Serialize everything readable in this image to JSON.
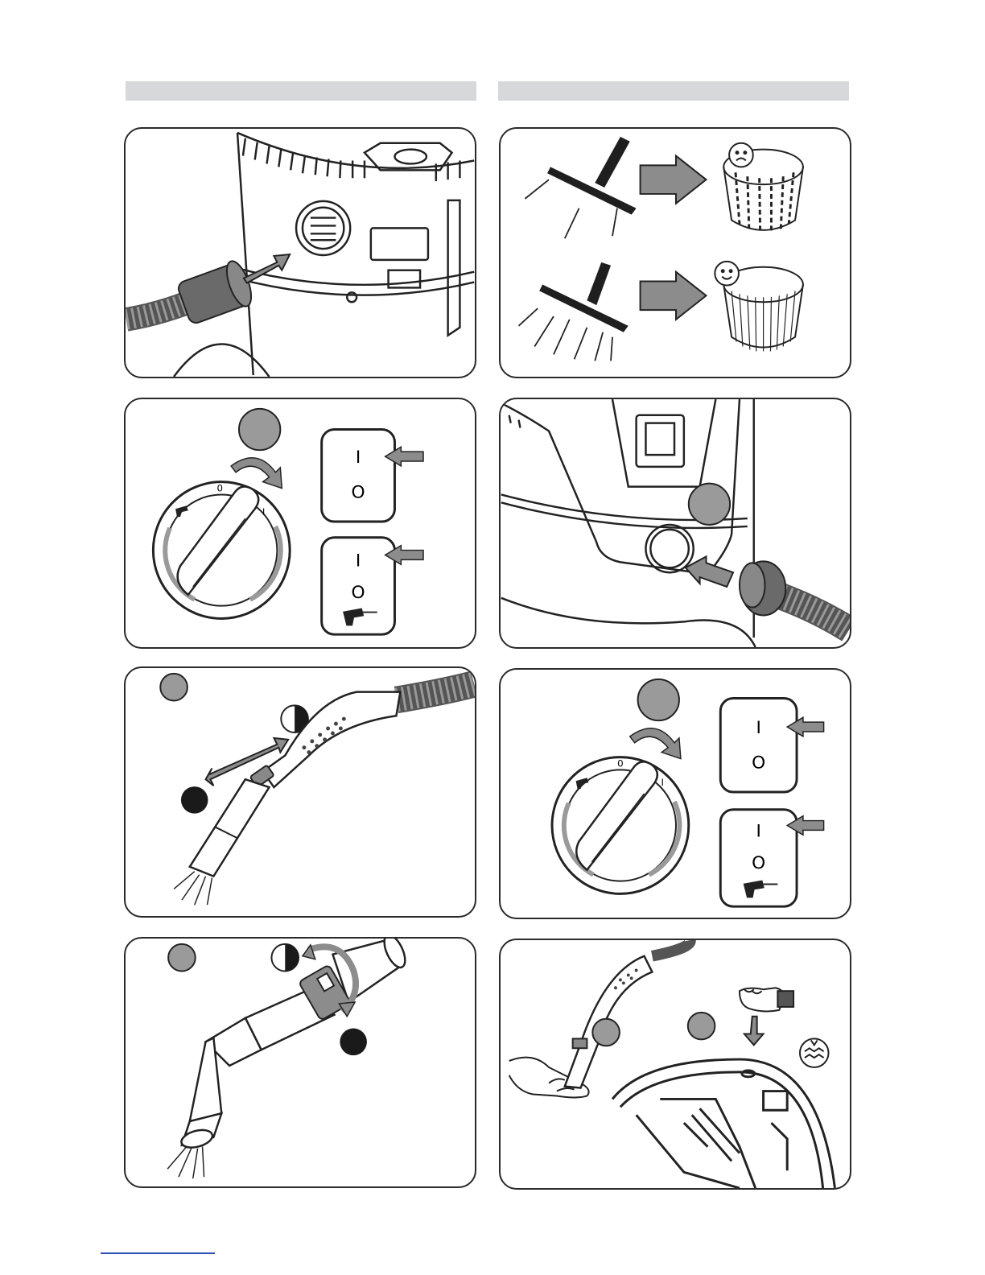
{
  "page": {
    "headers": [
      "",
      ""
    ],
    "colors": {
      "frame": "#2a2a2a",
      "arrow_gray": "#8c8c8c",
      "step_circle": "#9a9a9a",
      "header_bar": "#d7d8d9",
      "footer_link": "#2f4fb6"
    }
  },
  "panels": [
    {
      "id": "p1",
      "icons": [
        "vacuum-body-icon",
        "hose-inlet-icon",
        "gray-arrow-icon"
      ]
    },
    {
      "id": "p2",
      "icons": [
        "t-nozzle-icon",
        "dirty-filter-sad-icon",
        "clean-filter-happy-icon"
      ]
    },
    {
      "id": "p3",
      "icons": [
        "rotary-switch-icon",
        "switch-on-icon",
        "power-tool-icon"
      ],
      "switch_labels": {
        "off": "0",
        "on": "I",
        "toggle_on": "I",
        "toggle_off": "O"
      }
    },
    {
      "id": "p4",
      "icons": [
        "blower-outlet-icon",
        "hose-connector-icon",
        "step-circle-icon"
      ]
    },
    {
      "id": "p5",
      "icons": [
        "hose-handle-icon",
        "airflow-slider-icon",
        "half-circle-icon"
      ]
    },
    {
      "id": "p6",
      "icons": [
        "rotary-switch-icon",
        "switch-on-icon",
        "power-tool-icon"
      ],
      "switch_labels": {
        "off": "0",
        "on": "I",
        "toggle_on": "I",
        "toggle_off": "O"
      }
    },
    {
      "id": "p7",
      "icons": [
        "rotating-collar-icon",
        "tube-icon",
        "half-circle-icon"
      ]
    },
    {
      "id": "p8",
      "icons": [
        "hand-test-icon",
        "fist-press-icon",
        "filter-cleaning-icon"
      ]
    }
  ]
}
